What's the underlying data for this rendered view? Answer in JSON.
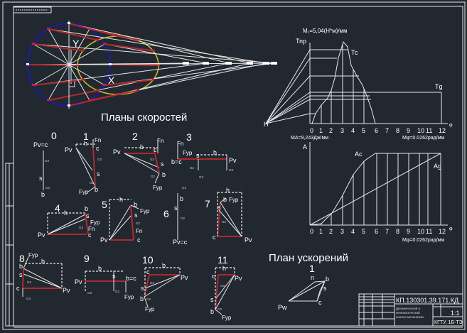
{
  "colors": {
    "background": "#212830",
    "lines": "#e8e8e8",
    "red": "#b0282c",
    "crank_circle": "#1a1ab4",
    "ellipse": "#c8c020"
  },
  "mechanism": {
    "y_label": "Y",
    "x_label": "X"
  },
  "velocity_plans": {
    "title": "Планы скоростей",
    "p0": {
      "n": "0",
      "pv": "Pv=c",
      "s": "s",
      "b": "b",
      "g3": "G3",
      "g2": "G2"
    },
    "p1": {
      "n": "1",
      "fn": "Fn",
      "pv": "Pv",
      "h": "h",
      "c": "c",
      "s": "s",
      "b": "b",
      "fyp": "Fyp",
      "g3": "G3",
      "g2": "G2"
    },
    "p2": {
      "n": "2",
      "fn": "Fn",
      "pv": "Pv",
      "h": "b",
      "c": "c",
      "s": "s",
      "b": "b",
      "fyp": "Fyp",
      "g3": "G3",
      "g2": "G2"
    },
    "p3": {
      "n": "3",
      "fn": "Fn",
      "fyp": "Fyp",
      "s": "s",
      "h": "h",
      "bc": "b=c",
      "pv": "Pv",
      "g2": "G2",
      "g3": "G3"
    },
    "p4": {
      "n": "4",
      "h": "h",
      "b": "b",
      "s": "s",
      "fyp": "Fyp",
      "g2": "G2",
      "fn": "Fn",
      "pv": "Pv",
      "c": "c"
    },
    "p5": {
      "n": "5",
      "h": "h",
      "b": "b",
      "fyp": "Fyp",
      "s": "s",
      "g2": "G2",
      "fn": "Fn",
      "pv": "Pv",
      "c": "c"
    },
    "p6": {
      "n": "6",
      "s": "s",
      "b": "b",
      "g2": "G2",
      "pv": "Pv=c"
    },
    "p7": {
      "n": "7",
      "h": "h",
      "b": "b",
      "fyp": "Fyp",
      "s": "s",
      "g2": "G2",
      "c": "c",
      "pv": "Pv"
    },
    "p8": {
      "n": "8",
      "fyp": "Fyp",
      "b": "b",
      "h": "b",
      "s": "s",
      "g2": "G2",
      "c": "c",
      "pv": "Pv",
      "g3": "G3"
    },
    "p9": {
      "n": "9",
      "h": "b",
      "pv": "Pv",
      "s": "s",
      "bc": "b=c",
      "g3": "G3",
      "g2": "G2",
      "fyp": "Fyp"
    },
    "p10": {
      "n": "10",
      "h": "b",
      "c": "c",
      "pv": "Pv",
      "g3": "G3",
      "s": "s",
      "b": "b",
      "g2": "G2",
      "fyp": "Fyp"
    },
    "p11": {
      "n": "11",
      "h": "h",
      "c": "c",
      "pv": "Pv",
      "g3": "G3",
      "s": "s",
      "b": "b",
      "g2": "G2",
      "fyp": "Fyp"
    }
  },
  "acceleration_plan": {
    "title": "План ускорений",
    "n": "1",
    "pn": "n",
    "b": "b",
    "s": "s",
    "c": "c",
    "pw": "Pw"
  },
  "energy_chart": {
    "scale": "M₁=5,04(Н*м)/мм",
    "t_pr": "Тпр",
    "tc": "Тс",
    "tg": "Тg",
    "h": "Н",
    "phi": "φ",
    "ticks": [
      "0",
      "1",
      "2",
      "3",
      "4",
      "5",
      "6",
      "7",
      "8",
      "9",
      "10",
      "11",
      "12"
    ]
  },
  "work_chart": {
    "scale_a": "MA=9,243Дж/мм",
    "scale_phi_top": "Mφ=0.0262рад/мм",
    "scale_phi": "Mφ=0.0262рад/мм",
    "a": "A",
    "ac": "Ac",
    "ag": "Ag",
    "phi": "φ",
    "ticks": [
      "0",
      "1",
      "2",
      "3",
      "4",
      "5",
      "6",
      "7",
      "8",
      "9",
      "10",
      "11",
      "12"
    ]
  },
  "title_block": {
    "code": "КП.130301.39.171.КД",
    "name_line1": "Динамический и",
    "name_line2": "кинематический",
    "name_line3": "анализ механизма",
    "scale": "1:1",
    "org": "КГТУ, 1Б-ТЭ"
  }
}
